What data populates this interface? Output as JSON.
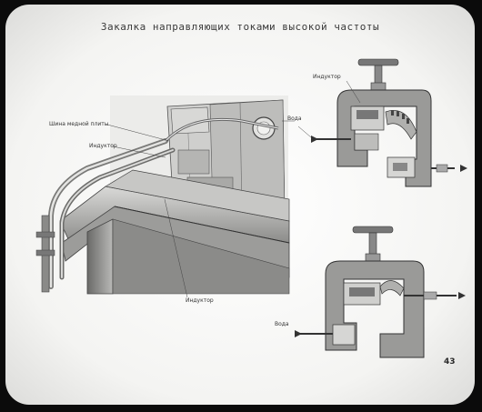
{
  "title": "Закалка направляющих токами высокой частоты",
  "page_number": "43",
  "labels": {
    "bus": "Шина медной плиты",
    "inductor_main": "Индуктор",
    "inductor_bottom": "Индуктор",
    "inductor_top_right": "Индуктор",
    "water_in_top": "Вода",
    "water_in_bottom": "Вода"
  },
  "icons": [
    "water-inlet-arrow-icon",
    "handwheel-icon"
  ]
}
